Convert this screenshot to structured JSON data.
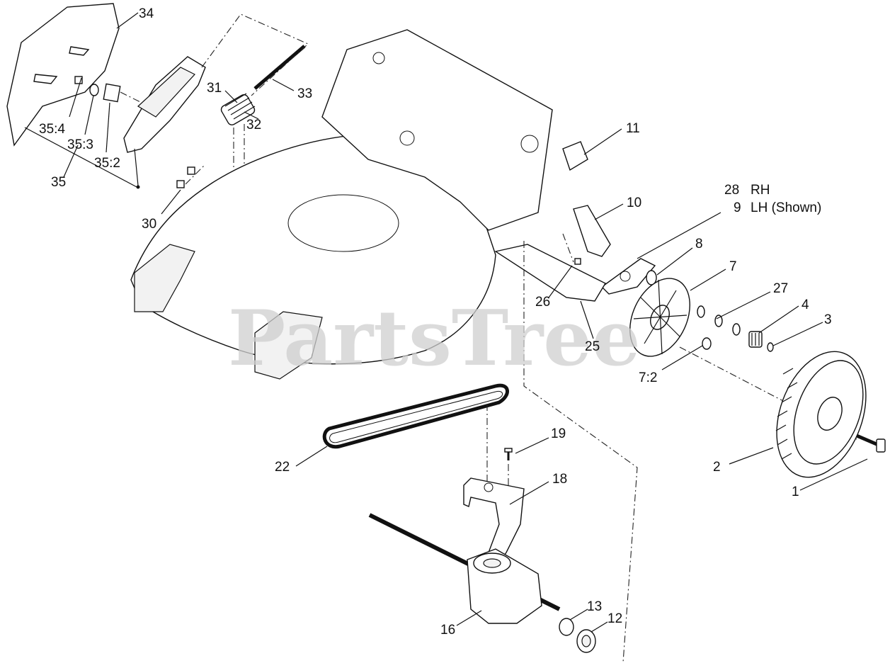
{
  "watermark": "PartsTree",
  "callouts": {
    "c34": "34",
    "c35_4": "35:4",
    "c35_3": "35:3",
    "c35_2": "35:2",
    "c35": "35",
    "c31": "31",
    "c32": "32",
    "c33": "33",
    "c30": "30",
    "c11": "11",
    "c10": "10",
    "c28": "28",
    "c28_side": "RH",
    "c9": "9",
    "c9_side": "LH (Shown)",
    "c8": "8",
    "c7": "7",
    "c27": "27",
    "c4": "4",
    "c3": "3",
    "c26": "26",
    "c25": "25",
    "c7_2": "7:2",
    "c19": "19",
    "c18": "18",
    "c22": "22",
    "c2": "2",
    "c1": "1",
    "c13": "13",
    "c12": "12",
    "c16": "16"
  }
}
